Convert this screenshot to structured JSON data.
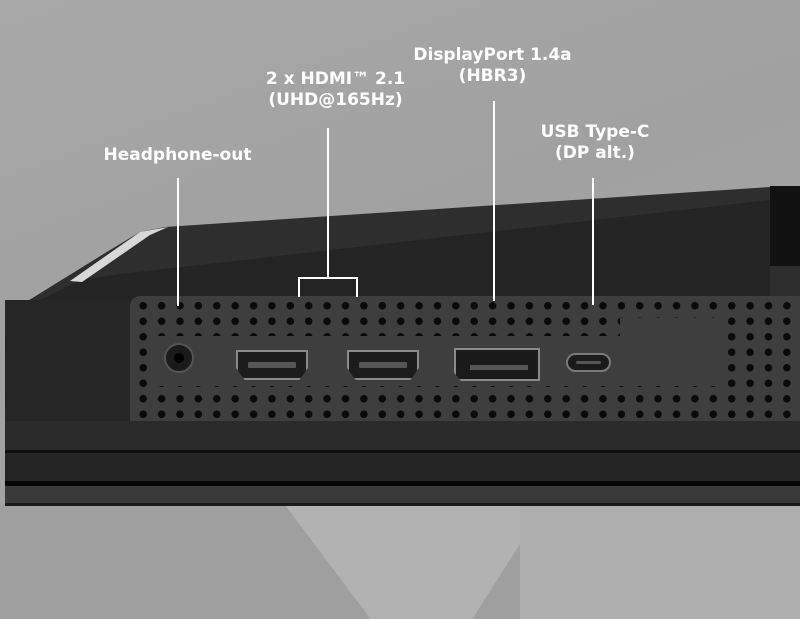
{
  "image": {
    "subject": "Monitor rear I/O port panel",
    "background_color": "#a3a3a3",
    "label_color": "#ffffff"
  },
  "callouts": [
    {
      "id": "headphone",
      "lines": [
        "Headphone-out"
      ]
    },
    {
      "id": "hdmi",
      "lines": [
        "2 x HDMI™ 2.1",
        "(UHD@165Hz)"
      ]
    },
    {
      "id": "displayport",
      "lines": [
        "DisplayPort 1.4a",
        "(HBR3)"
      ]
    },
    {
      "id": "usbc",
      "lines": [
        "USB Type-C",
        "(DP alt.)"
      ]
    }
  ],
  "ports": [
    {
      "type": "headphone-jack"
    },
    {
      "type": "hdmi"
    },
    {
      "type": "hdmi"
    },
    {
      "type": "displayport"
    },
    {
      "type": "usb-c"
    }
  ]
}
